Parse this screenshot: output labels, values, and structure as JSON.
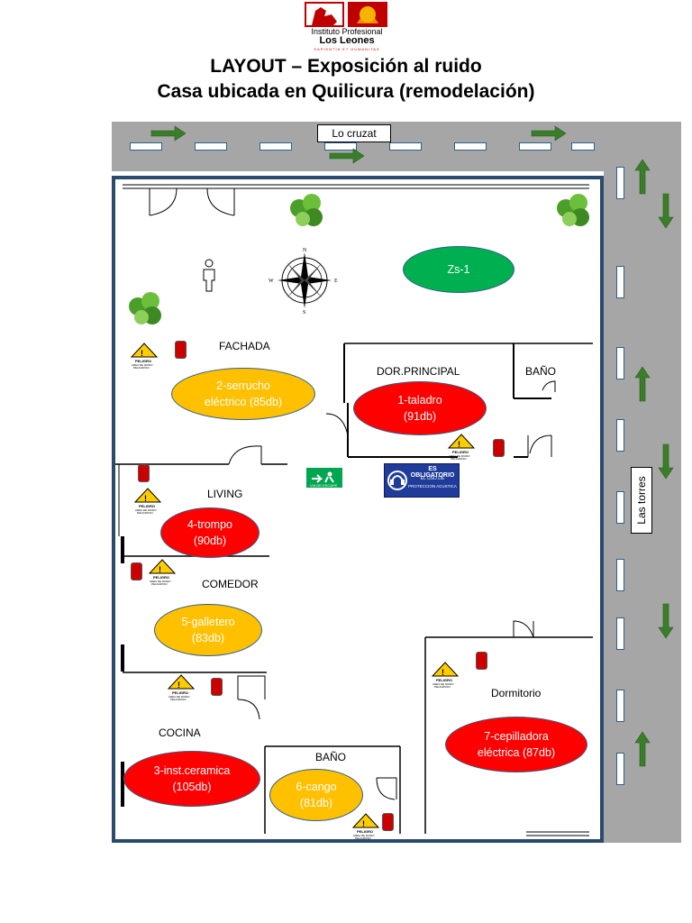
{
  "logo": {
    "line1": "Instituto Profesional",
    "line2": "Los Leones",
    "motto": "SAPIENTIA ET HUMANITAS"
  },
  "title": {
    "line1": "LAYOUT – Exposición al ruido",
    "line2": "Casa ubicada en Quilicura (remodelación)"
  },
  "streets": {
    "top": "Lo cruzat",
    "right": "Las torres"
  },
  "compass": {
    "n": "N",
    "s": "S",
    "e": "E",
    "w": "W"
  },
  "rooms": {
    "fachada": "FACHADA",
    "dor_principal": "DOR.PRINCIPAL",
    "bano_1": "BAÑO",
    "living": "LIVING",
    "comedor": "COMEDOR",
    "cocina": "COCINA",
    "bano_2": "BAÑO",
    "dormitorio": "Dormitorio"
  },
  "zones": {
    "zs1": {
      "line1": "Zs-1",
      "line2": "",
      "color": "#00b050"
    },
    "z1": {
      "line1": "1-taladro",
      "line2": "(91db)",
      "color": "#ff0000"
    },
    "z2": {
      "line1": "2-serrucho",
      "line2": "eléctrico (85db)",
      "color": "#ffc000"
    },
    "z3": {
      "line1": "3-inst.ceramica",
      "line2": "(105db)",
      "color": "#ff0000"
    },
    "z4": {
      "line1": "4-trompo",
      "line2": "(90db)",
      "color": "#ff0000"
    },
    "z5": {
      "line1": "5-galletero",
      "line2": "(83db)",
      "color": "#ffc000"
    },
    "z6": {
      "line1": "6-cango",
      "line2": "(81db)",
      "color": "#ffc000"
    },
    "z7": {
      "line1": "7-cepilladora",
      "line2": "eléctrica (87db)",
      "color": "#ff0000"
    }
  },
  "signs": {
    "mandatory_line1": "ES OBLIGATORIO",
    "mandatory_line2": "EL USO DE",
    "mandatory_line3": "PROTECCION ACUSTICA",
    "exit": "VIA DE ESCAPE",
    "warning_title": "PELIGRO",
    "warning_text1": "AREA DE RUIDO",
    "warning_text2": "PELIGROSO"
  },
  "icons": [
    "logo-icon",
    "compass-icon",
    "person-icon",
    "tree-icon",
    "extinguisher-icon",
    "warning-sign-icon",
    "hearing-protection-icon",
    "exit-sign-icon",
    "arrow-icon",
    "door-icon"
  ]
}
